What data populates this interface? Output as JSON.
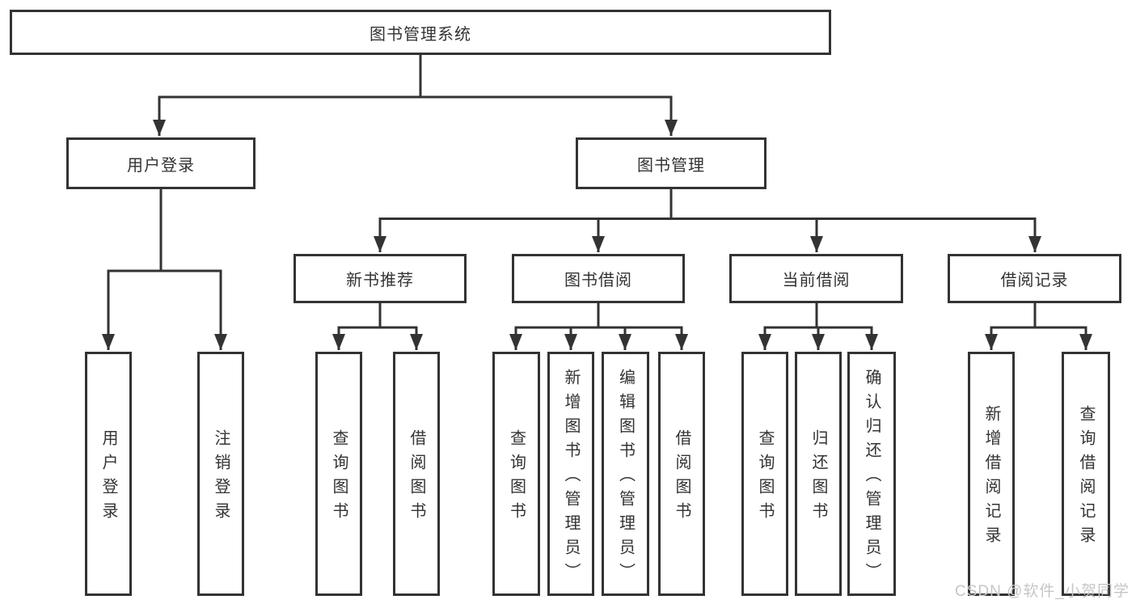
{
  "diagram": {
    "root": "图书管理系统",
    "level2": [
      "用户登录",
      "图书管理"
    ],
    "level3": [
      "新书推荐",
      "图书借阅",
      "当前借阅",
      "借阅记录"
    ],
    "leaves": {
      "user_login": [
        "用户登录",
        "注销登录"
      ],
      "new_book_recommend": [
        "查询图书",
        "借阅图书"
      ],
      "book_borrow": [
        "查询图书",
        "新增图书（管理员）",
        "编辑图书（管理员）",
        "借阅图书"
      ],
      "current_borrow": [
        "查询图书",
        "归还图书",
        "确认归还（管理员）"
      ],
      "borrow_record": [
        "新增借阅记录",
        "查询借阅记录"
      ]
    },
    "watermark": "CSDN @软件_小贺同学",
    "colors": {
      "line": "#333333",
      "text": "#333333",
      "box_fill": "#ffffff",
      "background": "#ffffff",
      "watermark": "#c6c6c6"
    }
  }
}
